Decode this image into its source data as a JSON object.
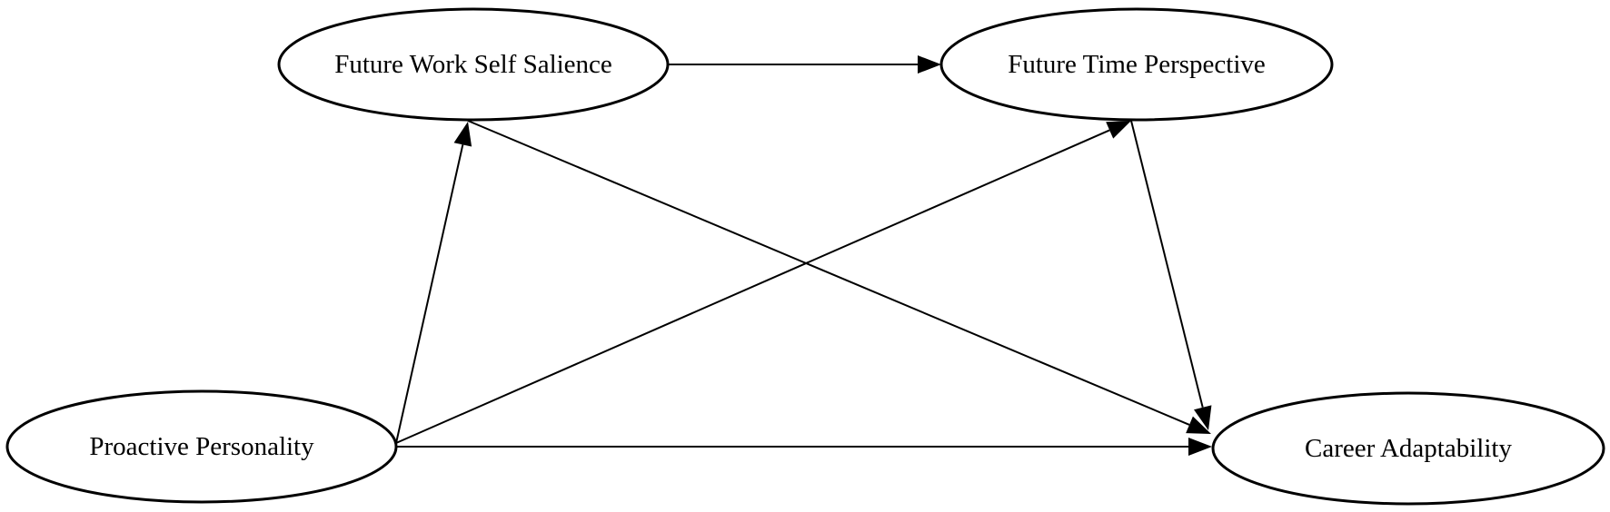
{
  "diagram": {
    "type": "path-diagram",
    "nodes": [
      {
        "id": "fwss",
        "label": "Future Work Self Salience"
      },
      {
        "id": "ftp",
        "label": "Future Time Perspective"
      },
      {
        "id": "pp",
        "label": "Proactive Personality"
      },
      {
        "id": "ca",
        "label": "Career Adaptability"
      }
    ],
    "edges": [
      {
        "from": "fwss",
        "to": "ftp"
      },
      {
        "from": "fwss",
        "to": "ca"
      },
      {
        "from": "pp",
        "to": "fwss"
      },
      {
        "from": "pp",
        "to": "ftp"
      },
      {
        "from": "pp",
        "to": "ca"
      },
      {
        "from": "ftp",
        "to": "ca"
      }
    ],
    "colors": {
      "stroke": "#000000",
      "fill": "#ffffff"
    }
  }
}
